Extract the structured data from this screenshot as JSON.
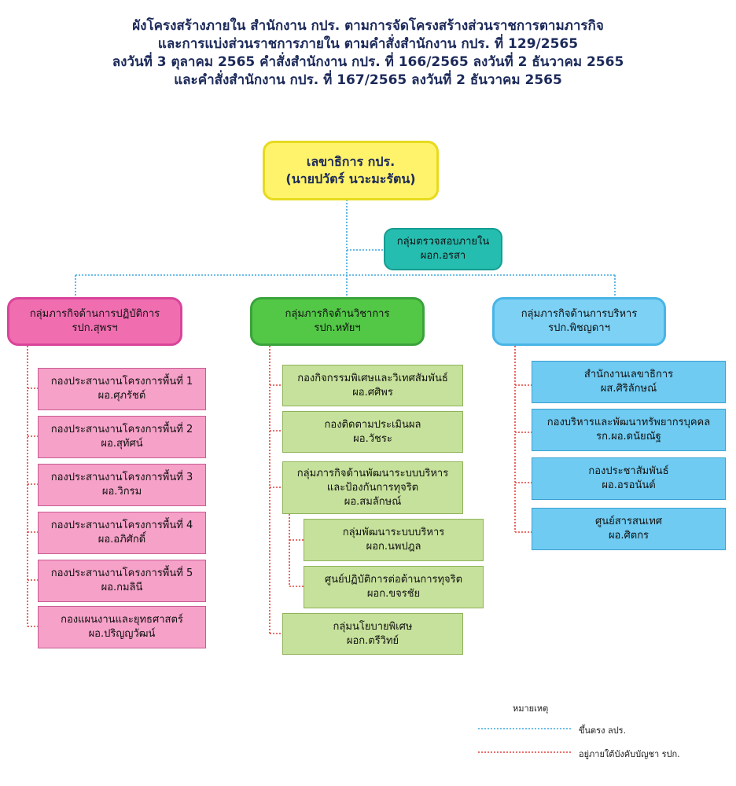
{
  "title": {
    "line1": "ผังโครงสร้างภายใน สำนักงาน กปร. ตามการจัดโครงสร้างส่วนราชการตามภารกิจ",
    "line2": "และการแบ่งส่วนราชการภายใน ตามคำสั่งสำนักงาน กปร. ที่ 129/2565",
    "line3": "ลงวันที่ 3 ตุลาคม 2565 คำสั่งสำนักงาน กปร. ที่ 166/2565 ลงวันที่ 2 ธันวาคม 2565",
    "line4": "และคำสั่งสำนักงาน กปร. ที่ 167/2565 ลงวันที่ 2 ธันวาคม 2565"
  },
  "head": {
    "position": "เลขาธิการ กปร.",
    "name": "(นายปวัตร์ นวะมะรัตน)"
  },
  "audit": {
    "unit": "กลุ่มตรวจสอบภายใน",
    "person": "ผอก.อรสา"
  },
  "groups": [
    {
      "unit": "กลุ่มภารกิจด้านการปฏิบัติการ",
      "person": "รปก.สุพรฯ",
      "children": [
        {
          "unit": "กองประสานงานโครงการพื้นที่ 1",
          "person": "ผอ.ศุภรัชต์"
        },
        {
          "unit": "กองประสานงานโครงการพื้นที่ 2",
          "person": "ผอ.สุทัศน์"
        },
        {
          "unit": "กองประสานงานโครงการพื้นที่ 3",
          "person": "ผอ.วิกรม"
        },
        {
          "unit": "กองประสานงานโครงการพื้นที่ 4",
          "person": "ผอ.อภิศักดิ์"
        },
        {
          "unit": "กองประสานงานโครงการพื้นที่ 5",
          "person": "ผอ.กมลินี"
        },
        {
          "unit": "กองแผนงานและยุทธศาสตร์",
          "person": "ผอ.ปริญญวัฒน์"
        }
      ]
    },
    {
      "unit": "กลุ่มภารกิจด้านวิชาการ",
      "person": "รปก.หทัยฯ",
      "children": [
        {
          "unit": "กองกิจกรรมพิเศษและวิเทศสัมพันธ์",
          "person": "ผอ.ศศิพร"
        },
        {
          "unit": "กองติดตามประเมินผล",
          "person": "ผอ.วัชระ"
        },
        {
          "unit": "กลุ่มภารกิจด้านพัฒนาระบบบริหาร",
          "unit2": "และป้องกันการทุจริต",
          "person": "ผอ.สมลักษณ์"
        },
        {
          "unit": "กลุ่มพัฒนาระบบบริหาร",
          "person": "ผอก.นพปฎล"
        },
        {
          "unit": "ศูนย์ปฏิบัติการต่อต้านการทุจริต",
          "person": "ผอก.ขจรชัย"
        },
        {
          "unit": "กลุ่มนโยบายพิเศษ",
          "person": "ผอก.ตรีวิทย์"
        }
      ]
    },
    {
      "unit": "กลุ่มภารกิจด้านการบริหาร",
      "person": "รปก.พิชญดาฯ",
      "children": [
        {
          "unit": "สำนักงานเลขาธิการ",
          "person": "ผส.ศิริลักษณ์"
        },
        {
          "unit": "กองบริหารและพัฒนาทรัพยากรบุคคล",
          "person": "รก.ผอ.ดนัยณัฐ"
        },
        {
          "unit": "กองประชาสัมพันธ์",
          "person": "ผอ.อรอนันต์"
        },
        {
          "unit": "ศูนย์สารสนเทศ",
          "person": "ผอ.ศิตกร"
        }
      ]
    }
  ],
  "legend": {
    "title": "หมายเหตุ",
    "direct": "ขึ้นตรง ลปร.",
    "under": "อยู่ภายใต้บังคับบัญชา รปก.",
    "direct_color": "#3aa7e0",
    "under_color": "#e2413b"
  }
}
